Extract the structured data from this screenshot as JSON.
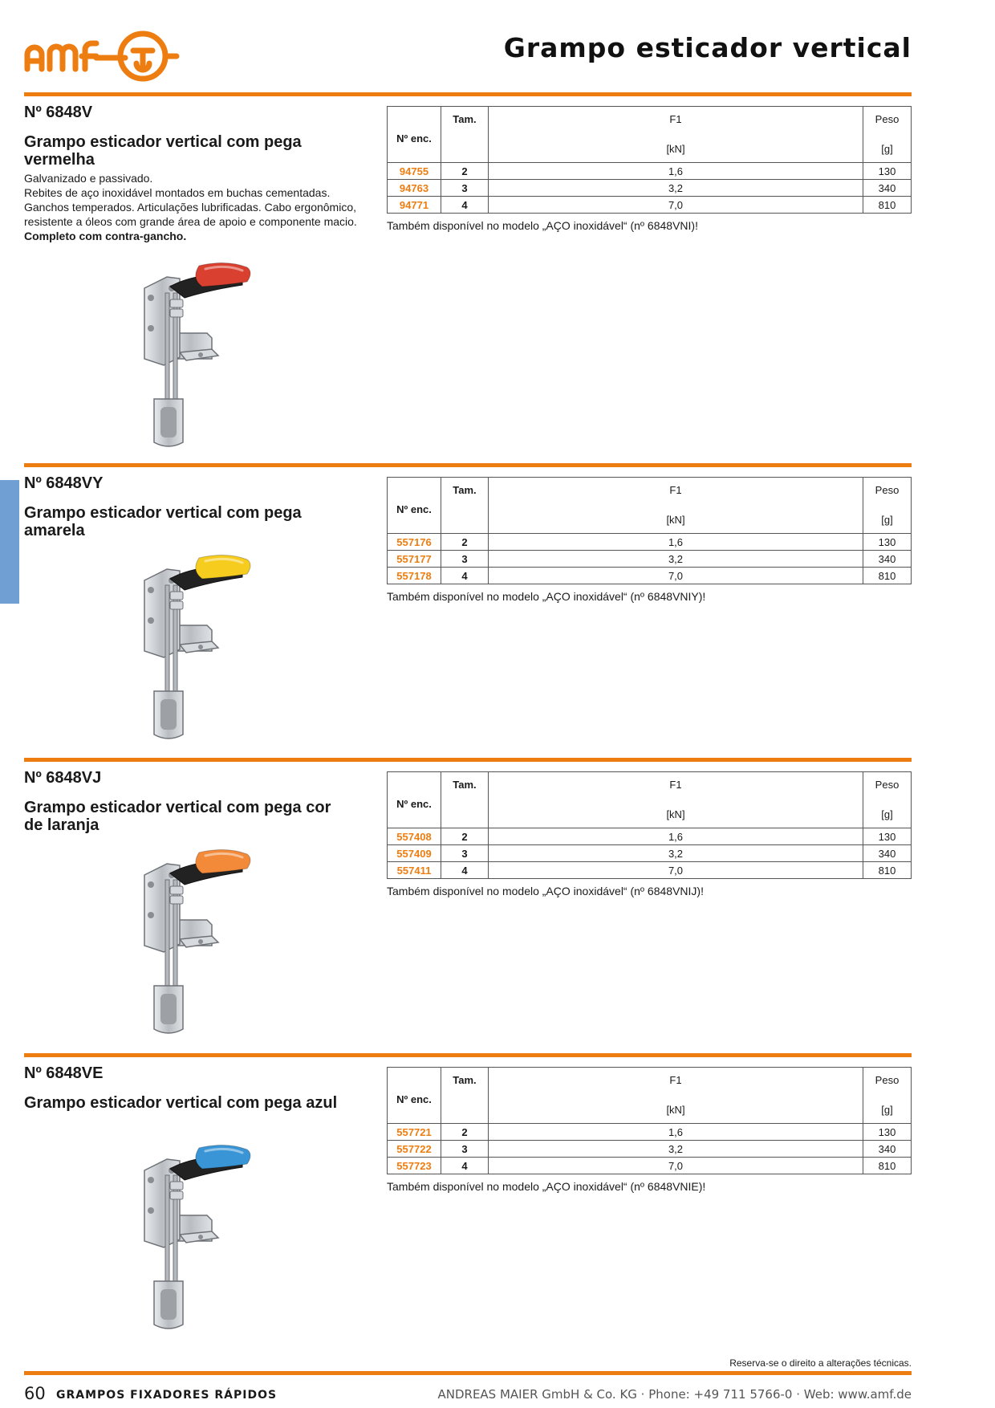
{
  "header": {
    "logo_text": "amf",
    "page_title": "Grampo esticador vertical"
  },
  "colors": {
    "accent": "#ee7d11",
    "side_tab": "#6f9fd3"
  },
  "table_header": {
    "no": "Nº enc.",
    "tam": "Tam.",
    "f1": "F1",
    "f1_unit": "[kN]",
    "peso": "Peso",
    "peso_unit": "[g]"
  },
  "sections": [
    {
      "number": "Nº 6848V",
      "title": "Grampo esticador vertical com pega vermelha",
      "description": [
        "Galvanizado e passivado.",
        "Rebites de aço inoxidável montados em buchas cementadas.",
        "Ganchos temperados. Articulações lubrificadas. Cabo ergonômico, resistente a óleos com grande área de apoio e componente macio."
      ],
      "description_bold": "Completo com contra-gancho.",
      "handle_color": "#d9402f",
      "rows": [
        {
          "no": "94755",
          "tam": "2",
          "f1": "1,6",
          "peso": "130"
        },
        {
          "no": "94763",
          "tam": "3",
          "f1": "3,2",
          "peso": "340"
        },
        {
          "no": "94771",
          "tam": "4",
          "f1": "7,0",
          "peso": "810"
        }
      ],
      "also": "Também disponível no modelo „AÇO inoxidável“ (nº 6848VNI)!"
    },
    {
      "number": "Nº 6848VY",
      "title": "Grampo esticador vertical com pega amarela",
      "handle_color": "#f6cc1f",
      "rows": [
        {
          "no": "557176",
          "tam": "2",
          "f1": "1,6",
          "peso": "130"
        },
        {
          "no": "557177",
          "tam": "3",
          "f1": "3,2",
          "peso": "340"
        },
        {
          "no": "557178",
          "tam": "4",
          "f1": "7,0",
          "peso": "810"
        }
      ],
      "also": "Também disponível no modelo „AÇO inoxidável“ (nº 6848VNIY)!"
    },
    {
      "number": "Nº 6848VJ",
      "title": "Grampo esticador vertical com pega cor de laranja",
      "handle_color": "#f28a3a",
      "rows": [
        {
          "no": "557408",
          "tam": "2",
          "f1": "1,6",
          "peso": "130"
        },
        {
          "no": "557409",
          "tam": "3",
          "f1": "3,2",
          "peso": "340"
        },
        {
          "no": "557411",
          "tam": "4",
          "f1": "7,0",
          "peso": "810"
        }
      ],
      "also": "Também disponível no modelo „AÇO inoxidável“ (nº 6848VNIJ)!"
    },
    {
      "number": "Nº 6848VE",
      "title": "Grampo esticador vertical com pega azul",
      "handle_color": "#3a95d6",
      "rows": [
        {
          "no": "557721",
          "tam": "2",
          "f1": "1,6",
          "peso": "130"
        },
        {
          "no": "557722",
          "tam": "3",
          "f1": "3,2",
          "peso": "340"
        },
        {
          "no": "557723",
          "tam": "4",
          "f1": "7,0",
          "peso": "810"
        }
      ],
      "also": "Também disponível no modelo „AÇO inoxidável“ (nº 6848VNIE)!"
    }
  ],
  "footer": {
    "note": "Reserva-se o direito a alterações técnicas.",
    "page_number": "60",
    "chapter": "GRAMPOS FIXADORES RÁPIDOS",
    "company": "ANDREAS MAIER GmbH & Co. KG · Phone: +49 711 5766-0 · Web: www.amf.de"
  }
}
